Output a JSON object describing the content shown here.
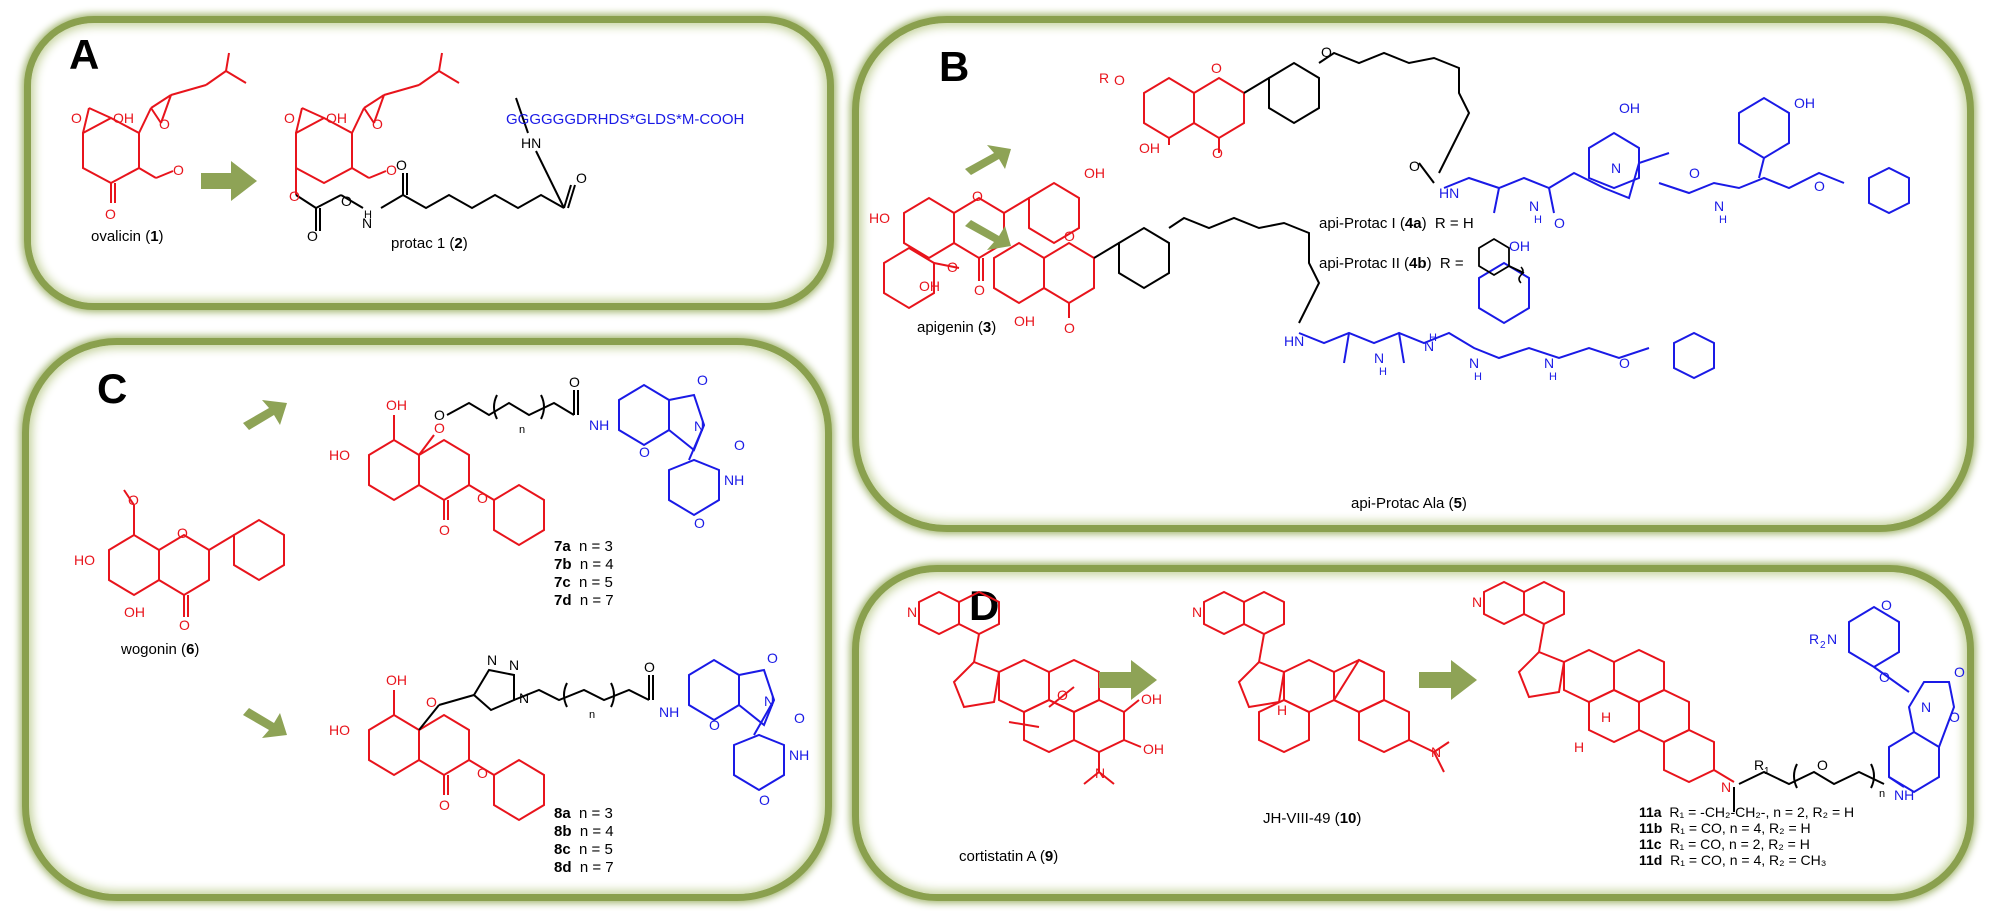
{
  "panels": {
    "A": {
      "letter": "A",
      "compound1": "ovalicin",
      "compound1_num": "1",
      "compound2": "protac 1",
      "compound2_num": "2",
      "peptide": "GGGGGGDRHDS*GLDS*M-COOH"
    },
    "B": {
      "letter": "B",
      "compound3": "apigenin",
      "compound3_num": "3",
      "compound4a": "api-Protac I",
      "compound4a_num": "4a",
      "compound4a_r": "R = H",
      "compound4b": "api-Protac II",
      "compound4b_num": "4b",
      "compound4b_r": "R =",
      "compound5": "api-Protac Ala",
      "compound5_num": "5",
      "r_label": "R"
    },
    "C": {
      "letter": "C",
      "compound6": "wogonin",
      "compound6_num": "6",
      "series7": [
        {
          "id": "7a",
          "n": "n = 3"
        },
        {
          "id": "7b",
          "n": "n = 4"
        },
        {
          "id": "7c",
          "n": "n = 5"
        },
        {
          "id": "7d",
          "n": "n = 7"
        }
      ],
      "series8": [
        {
          "id": "8a",
          "n": "n = 3"
        },
        {
          "id": "8b",
          "n": "n = 4"
        },
        {
          "id": "8c",
          "n": "n = 5"
        },
        {
          "id": "8d",
          "n": "n = 7"
        }
      ]
    },
    "D": {
      "letter": "D",
      "compound9": "cortistatin A",
      "compound9_num": "9",
      "compound10": "JH-VIII-49",
      "compound10_num": "10",
      "series11": [
        {
          "id": "11a",
          "desc": "R₁ = -CH₂-CH₂-, n = 2, R₂ = H"
        },
        {
          "id": "11b",
          "desc": "R₁ = CO, n = 4, R₂ = H"
        },
        {
          "id": "11c",
          "desc": "R₁ = CO, n = 2, R₂ = H"
        },
        {
          "id": "11d",
          "desc": "R₁ = CO, n = 4, R₂ = CH₃"
        }
      ]
    }
  },
  "colors": {
    "panel_border": "#8aa04e",
    "arrow": "#8ea356",
    "natural_product": "#e8141c",
    "ligand": "#1a1ae6",
    "linker": "#000000"
  },
  "icons": [
    "right-arrow-icon",
    "benzene-ring-icon",
    "wavy-bond-icon"
  ]
}
